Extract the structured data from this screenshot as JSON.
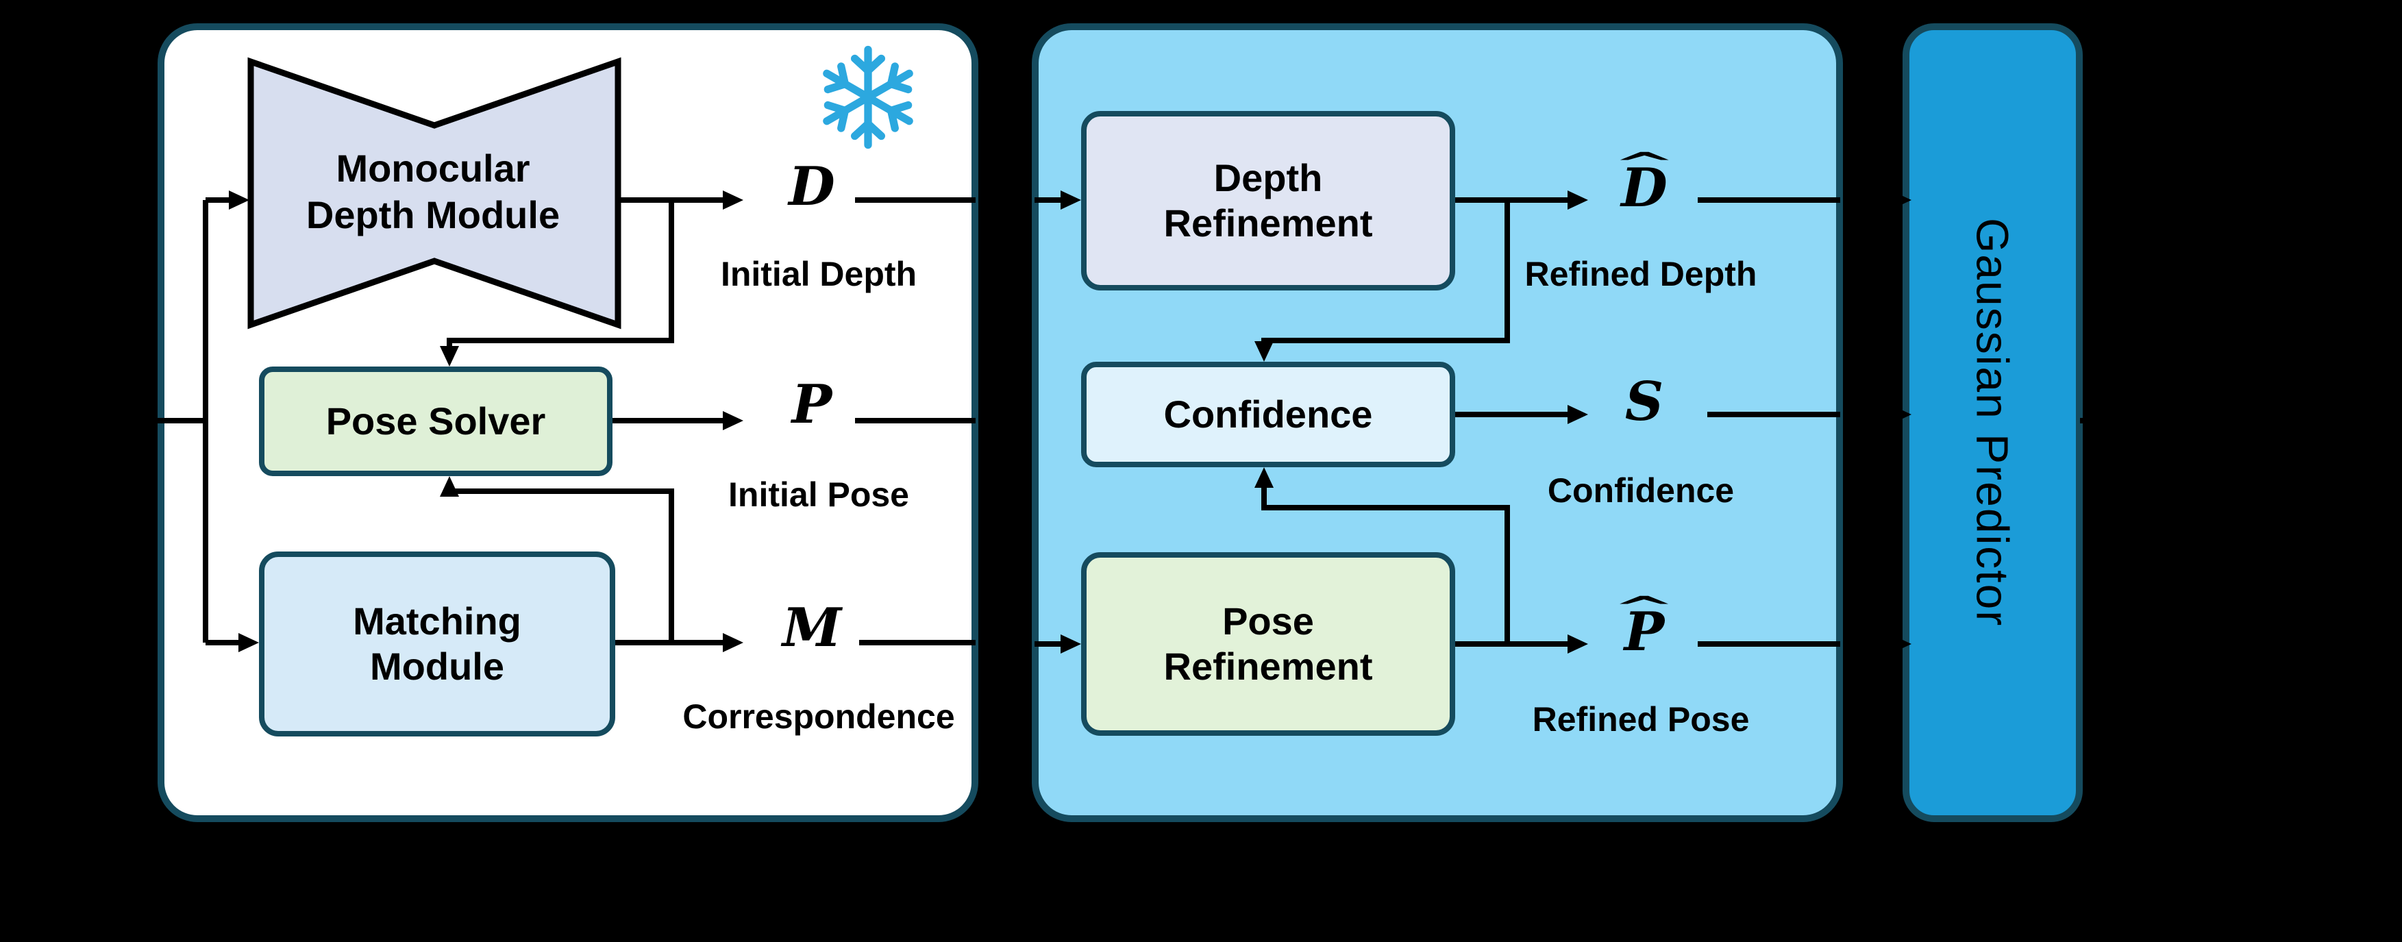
{
  "colors": {
    "panel_border": "#154B5E",
    "panel_left_bg": "#FFFFFF",
    "panel_middle_bg": "#90D9F7",
    "panel_right_bg": "#1B9CD8",
    "module_depth_fill": "#D7DEEF",
    "refine_lavender": "#E0E5F3",
    "solver_green": "#DFF0D7",
    "refine_green": "#E2F2D9",
    "matching_blue": "#D6EAF8",
    "confidence_blue": "#DFF2FC",
    "snowflake_color": "#2CA8DF",
    "line_color": "#000000"
  },
  "icons": {
    "snowflake": "snowflake-icon (frozen module)"
  },
  "left_panel": {
    "modules": [
      {
        "label": "Monocular\nDepth Module"
      },
      {
        "label": "Pose Solver"
      },
      {
        "label": "Matching\nModule"
      }
    ],
    "outputs": [
      {
        "symbol": "D",
        "hat_mark": "",
        "label": "Initial Depth"
      },
      {
        "symbol": "P",
        "hat_mark": "",
        "label": "Initial Pose"
      },
      {
        "symbol": "M",
        "hat_mark": "",
        "label": "Correspondence"
      }
    ]
  },
  "middle_panel": {
    "modules": [
      {
        "label": "Depth\nRefinement"
      },
      {
        "label": "Confidence"
      },
      {
        "label": "Pose\nRefinement"
      }
    ],
    "outputs": [
      {
        "symbol": "D",
        "hat_mark": "^",
        "label": "Refined Depth"
      },
      {
        "symbol": "S",
        "hat_mark": "",
        "label": "Confidence"
      },
      {
        "symbol": "P",
        "hat_mark": "^",
        "label": "Refined Pose"
      }
    ]
  },
  "right_panel": {
    "label": "Gaussian Predictor"
  }
}
